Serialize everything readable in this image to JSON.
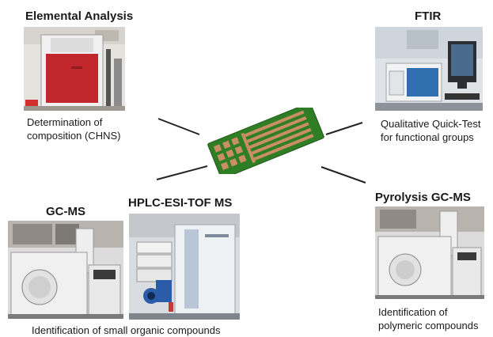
{
  "sections": {
    "elemental": {
      "title": "Elemental Analysis",
      "description_lines": [
        "Determination of",
        "composition (CHNS)"
      ]
    },
    "ftir": {
      "title": "FTIR",
      "description_lines": [
        "Qualitative Quick-Test",
        "for functional groups"
      ]
    },
    "gcms": {
      "title": "GC-MS"
    },
    "hplc": {
      "title": "HPLC-ESI-TOF MS"
    },
    "shared": {
      "description": "Identification of small organic compounds"
    },
    "pyrolysis": {
      "title": "Pyrolysis GC-MS",
      "description_lines": [
        "Identification of",
        "polymeric compounds"
      ]
    }
  },
  "colors": {
    "chip_green": "#2f7d25",
    "chip_pad": "#c98e63",
    "analyzer_red": "#c1272d",
    "connector": "#222222"
  }
}
